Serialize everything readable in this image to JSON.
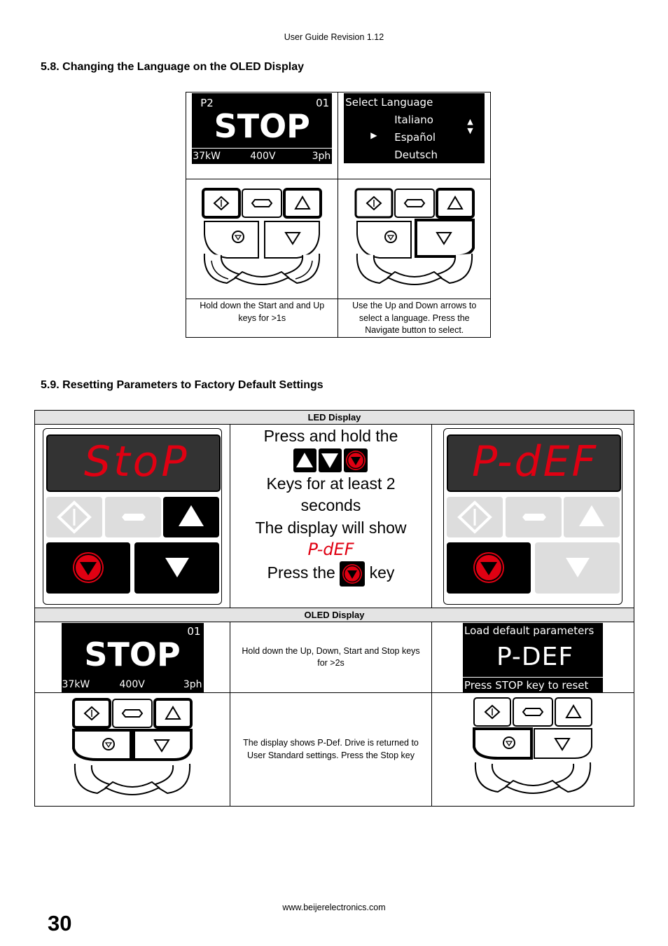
{
  "header": {
    "text": "User Guide Revision 1.12"
  },
  "section_58": {
    "title": "5.8. Changing the Language on the OLED Display",
    "oled_stop": {
      "p": "P2",
      "n": "01",
      "main": "STOP",
      "kw": "37kW",
      "v": "400V",
      "ph": "3ph"
    },
    "oled_lang": {
      "title": "Select Language",
      "items": [
        "Italiano",
        "Español",
        "Deutsch"
      ]
    },
    "caption_left": "Hold down the Start and and Up keys for >1s",
    "caption_right": "Use the Up and Down arrows to select a language. Press the Navigate button to select."
  },
  "section_59": {
    "title": "5.9. Resetting Parameters to Factory Default Settings",
    "led_header": "LED Display",
    "oled_header": "OLED Display",
    "led_left_display": "StoP",
    "led_right_display": "P-dEF",
    "instr": {
      "line1": "Press and hold the",
      "line2": "Keys for at least 2",
      "line3": "seconds",
      "line4": "The display will show",
      "pdef": "P-dEF",
      "press": "Press the",
      "key": "key"
    },
    "oled_stop": {
      "n": "01",
      "main": "STOP",
      "kw": "37kW",
      "v": "400V",
      "ph": "3ph"
    },
    "oled_mid_text": "Hold down the Up, Down, Start and Stop keys for >2s",
    "oled_default": {
      "title": "Load default parameters",
      "main": "P-DEF",
      "foot": "Press STOP key to reset"
    },
    "keypad_mid_text": "The display shows P-Def. Drive is returned to User Standard settings. Press the Stop key"
  },
  "footer": {
    "url": "www.beijerelectronics.com",
    "page": "30"
  }
}
